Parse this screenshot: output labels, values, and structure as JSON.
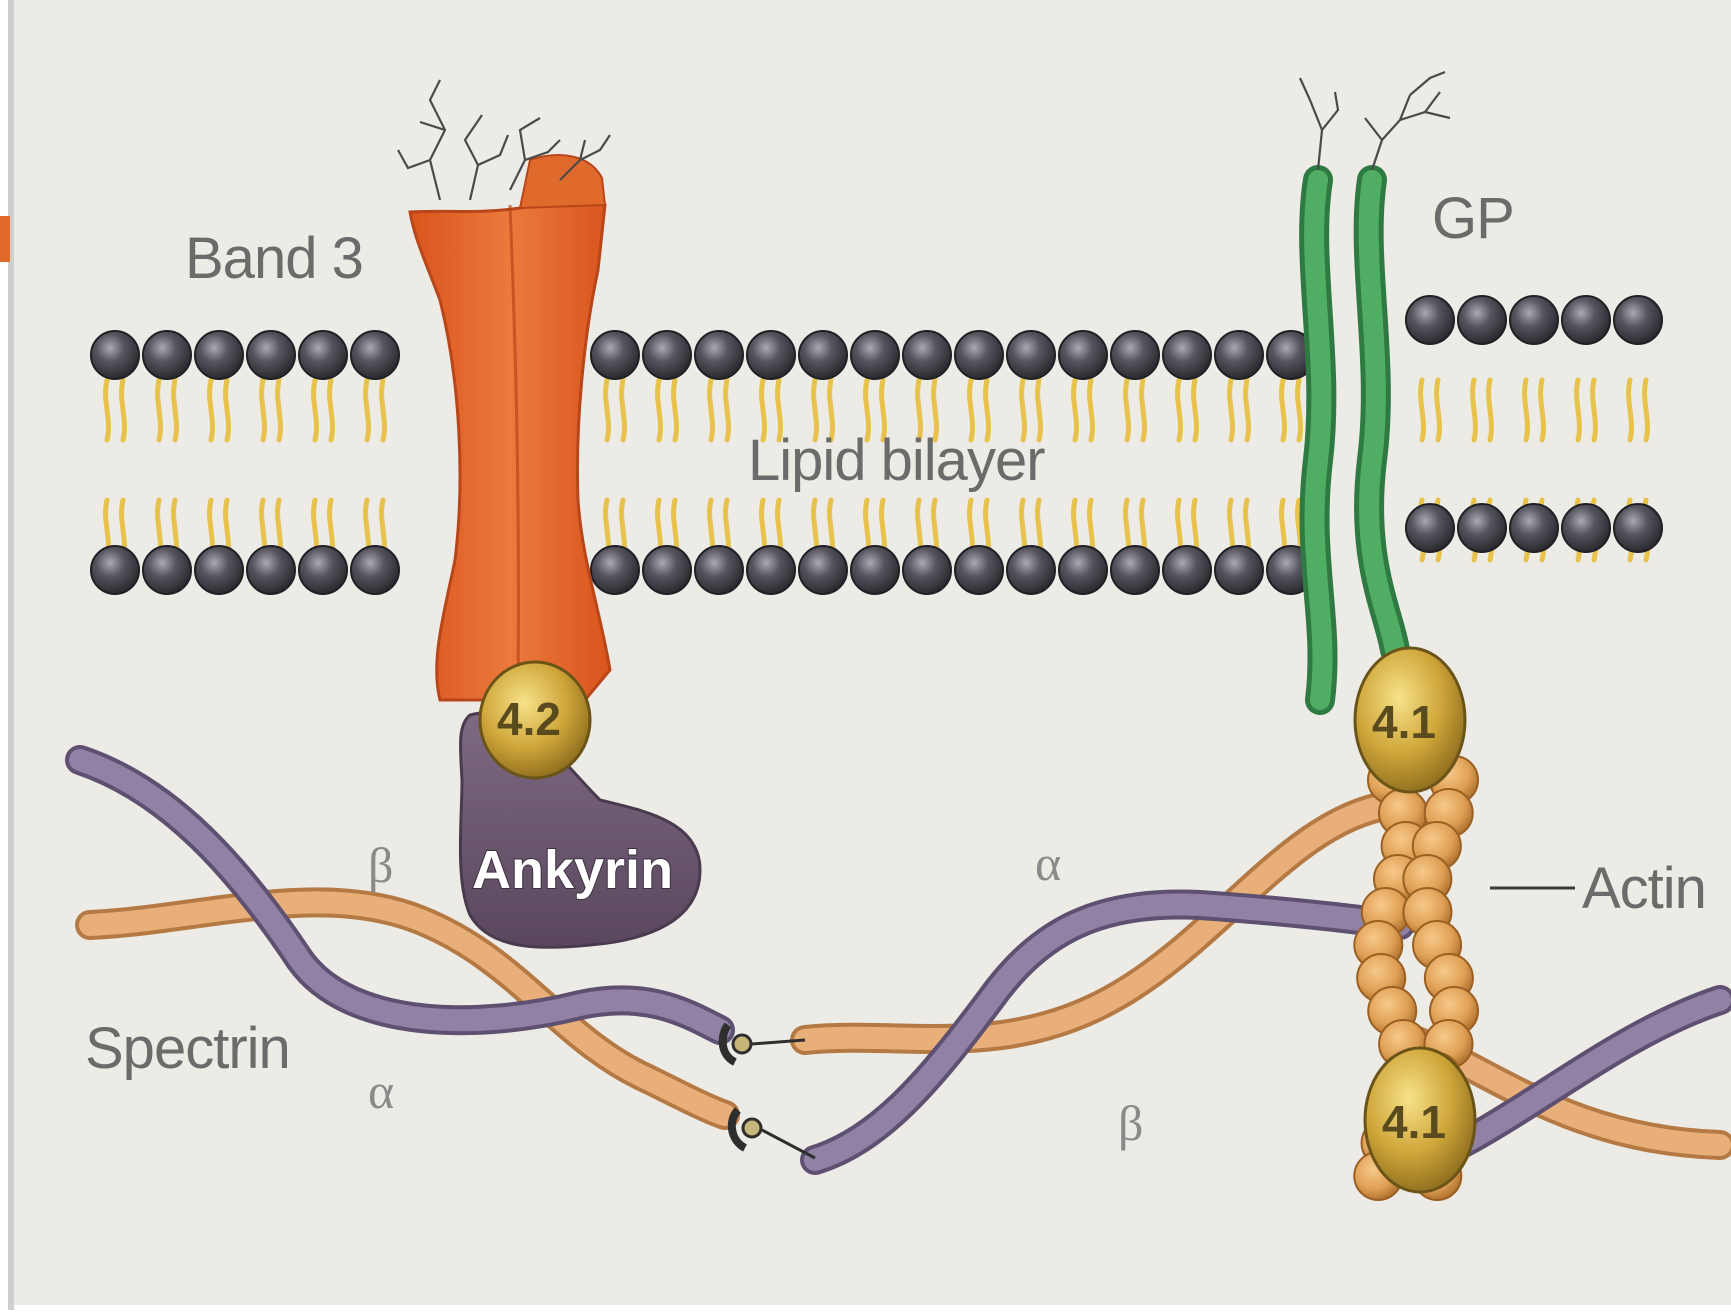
{
  "labels": {
    "band3": "Band 3",
    "gp": "GP",
    "lipid_bilayer": "Lipid bilayer",
    "ankyrin": "Ankyrin",
    "actin": "Actin",
    "spectrin": "Spectrin",
    "protein_4_2": "4.2",
    "protein_4_1_top": "4.1",
    "protein_4_1_bottom": "4.1",
    "beta_left": "β",
    "alpha_left": "α",
    "alpha_right": "α",
    "beta_right": "β"
  },
  "colors": {
    "paper": "#ecebe6",
    "lipid_head": "#4a4a52",
    "lipid_tail": "#e8c24a",
    "band3": "#e0652a",
    "glycophorin": "#3e9a55",
    "protein_gold": "#cfa63a",
    "ankyrin": "#6e5a72",
    "spectrin_alpha": "#8a7b98",
    "spectrin_beta": "#e3a467",
    "actin": "#e0a055",
    "accent_bar": "#e06a2c"
  }
}
